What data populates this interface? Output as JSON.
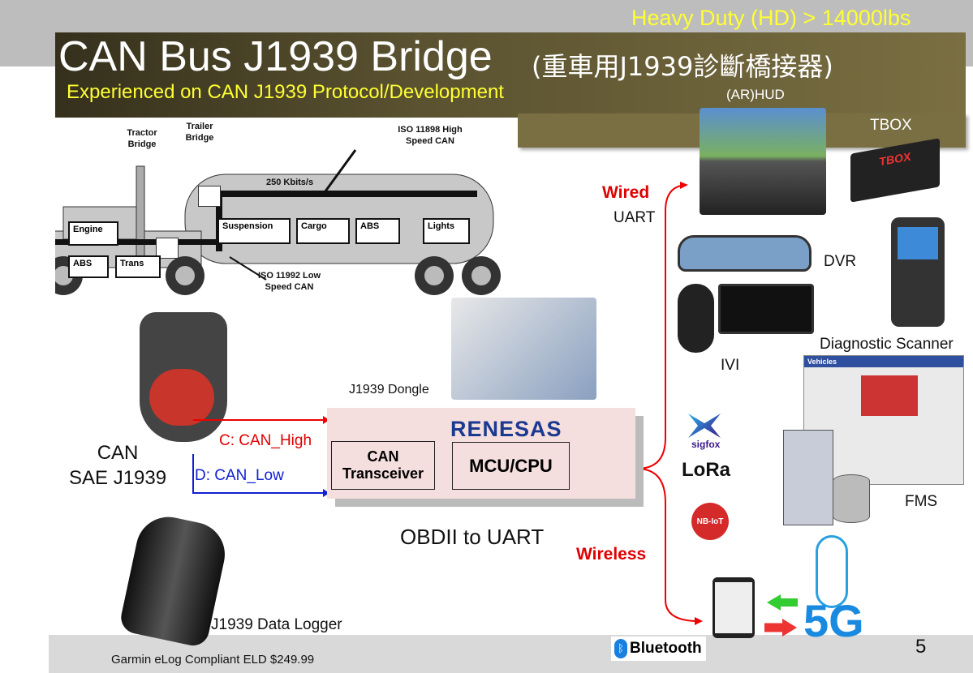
{
  "header": {
    "hd_note": "Heavy Duty (HD) > 14000lbs",
    "title": "CAN Bus J1939 Bridge",
    "title_zh": "(重車用J1939診斷橋接器)",
    "subtitle": "Experienced on CAN J1939 Protocol/Development"
  },
  "truck_diagram": {
    "tractor_bridge": "Tractor Bridge",
    "trailer_bridge": "Trailer Bridge",
    "high_speed": "ISO 11898 High Speed CAN",
    "low_speed": "ISO 11992 Low Speed CAN",
    "rate": "250 Kbits/s",
    "ecus": [
      "Engine",
      "ABS",
      "Trans",
      "Suspension",
      "Cargo",
      "ABS",
      "Lights"
    ]
  },
  "connector": {
    "label_line1": "CAN",
    "label_line2": "SAE J1939",
    "can_high": "C: CAN_High",
    "can_low": "D: CAN_Low"
  },
  "dongle": {
    "label": "J1939 Dongle",
    "brand": "RENESAS",
    "transceiver": "CAN Transceiver",
    "mcu": "MCU/CPU",
    "caption": "OBDII to UART"
  },
  "links": {
    "wired": "Wired",
    "uart": "UART",
    "wireless": "Wireless"
  },
  "devices": {
    "hud": "(AR)HUD",
    "tbox": "TBOX",
    "dvr": "DVR",
    "scanner": "Diagnostic Scanner",
    "ivi": "IVI",
    "fms": "FMS",
    "fms_window": "Vehicles",
    "logger": "J1939 Data Logger",
    "sigfox": "sigfox",
    "lora": "LoRa",
    "nbiot": "NB-IoT",
    "fiveg": "5G",
    "bluetooth": "Bluetooth",
    "tbox_brand": "TBOX"
  },
  "footer": {
    "note": "Garmin eLog Compliant ELD $249.99",
    "page": "5"
  }
}
